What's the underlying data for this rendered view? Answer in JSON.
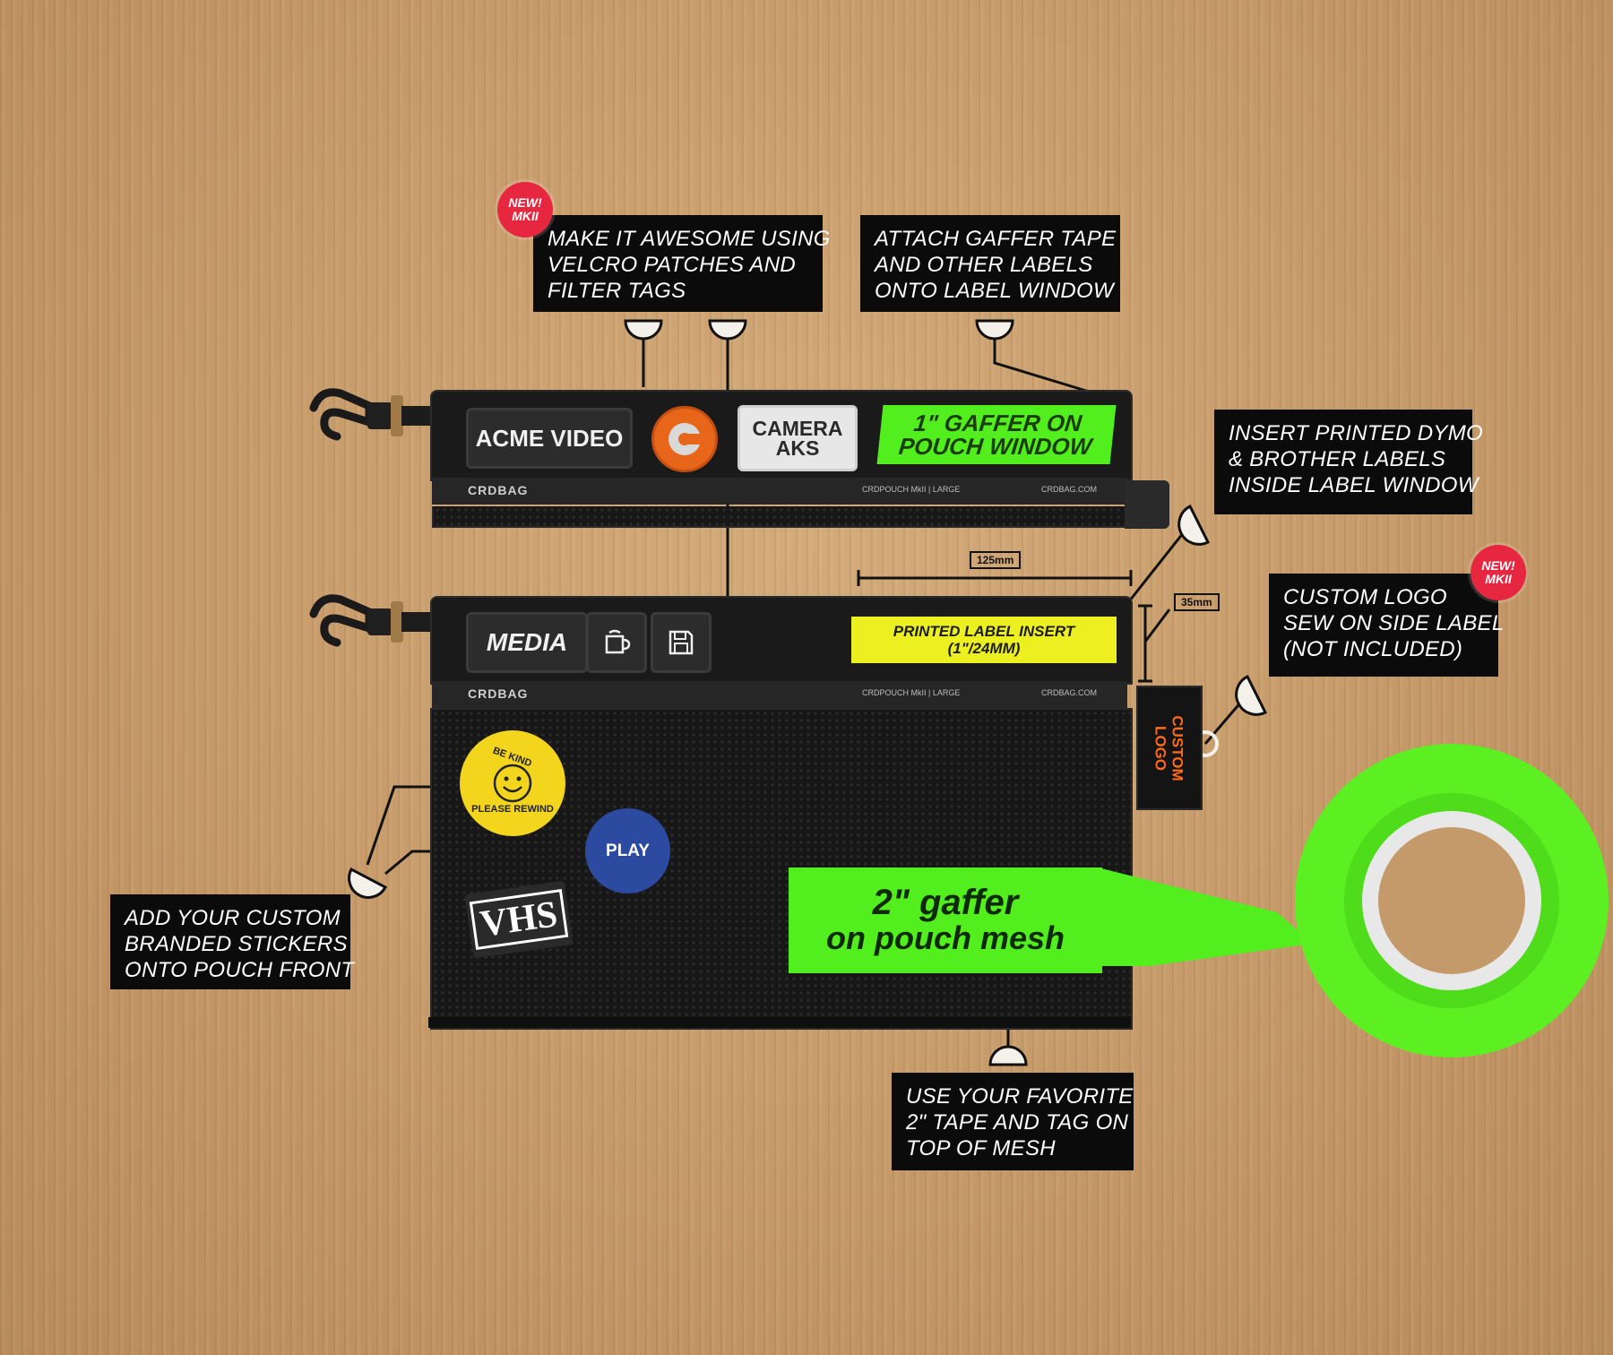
{
  "callouts": {
    "velcro": {
      "lines": [
        "MAKE IT AWESOME USING",
        "VELCRO PATCHES AND",
        "FILTER TAGS"
      ]
    },
    "gaffer_window": {
      "lines": [
        "ATTACH GAFFER TAPE",
        "AND OTHER LABELS",
        "ONTO LABEL WINDOW"
      ]
    },
    "dymo": {
      "lines": [
        "INSERT PRINTED DYMO",
        "& BROTHER LABELS",
        "INSIDE LABEL WINDOW"
      ]
    },
    "custom_logo": {
      "lines": [
        "CUSTOM LOGO",
        "SEW ON SIDE LABEL",
        "(NOT INCLUDED)"
      ]
    },
    "stickers": {
      "lines": [
        "ADD YOUR CUSTOM",
        "BRANDED STICKERS",
        "ONTO POUCH FRONT"
      ]
    },
    "tape": {
      "lines": [
        "USE YOUR FAVORITE",
        "2\" TAPE AND TAG ON",
        "TOP OF MESH"
      ]
    }
  },
  "badges": {
    "velcro_badge": {
      "line1": "NEW!",
      "line2": "MKII"
    },
    "logo_badge": {
      "line1": "NEW!",
      "line2": "MKII"
    }
  },
  "top_pouch": {
    "patch_acme": "ACME VIDEO",
    "patch_camera_line1": "CAMERA",
    "patch_camera_line2": "AKS",
    "gaffer_label_line1": "1\" GAFFER ON",
    "gaffer_label_line2": "POUCH WINDOW",
    "brand": "CRDBAG",
    "model": "CRDPOUCH MkII | LARGE",
    "site": "CRDBAG.COM"
  },
  "bottom_pouch": {
    "patch_media": "MEDIA",
    "printed_label_line1": "PRINTED LABEL INSERT",
    "printed_label_line2": "(1\"/24MM)",
    "brand": "CRDBAG",
    "model": "CRDPOUCH MkII | LARGE",
    "site": "CRDBAG.COM",
    "side_tag_line1": "CUSTOM",
    "side_tag_line2": "LOGO",
    "sticker_smiley_top": "BE KIND",
    "sticker_smiley_bottom": "PLEASE REWIND",
    "sticker_play": "PLAY",
    "sticker_vhs": "VHS",
    "tape_line1": "2\" GAFFER",
    "tape_line2": "ON POUCH MESH"
  },
  "dimensions": {
    "width": "125mm",
    "height": "35mm"
  },
  "colors": {
    "gaffer_green": "#53ee1e",
    "label_yellow": "#ecf020",
    "badge_red": "#e6273f",
    "play_blue": "#2b4aa0",
    "smiley_yellow": "#f2d51c",
    "logo_orange": "#ff6a1a"
  }
}
